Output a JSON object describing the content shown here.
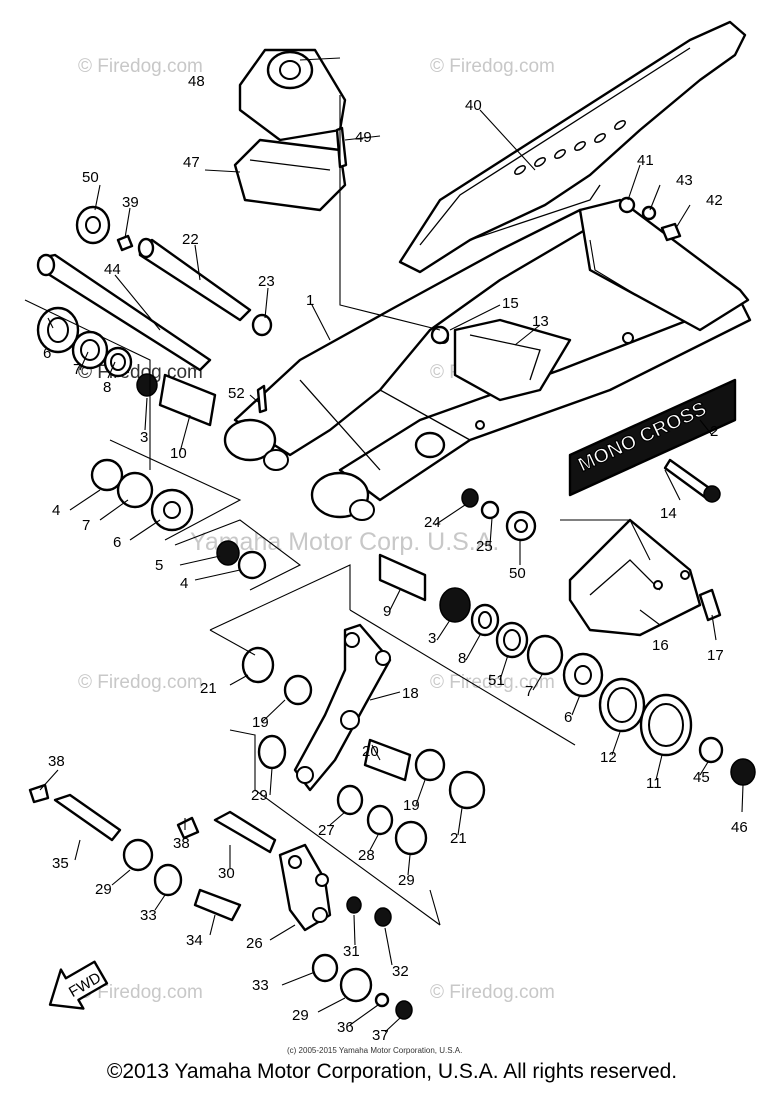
{
  "watermarks": {
    "site": "© Firedog.com",
    "company": "Yamaha Motor Corp. U.S.A."
  },
  "emblem_text": "MONO CROSS",
  "small_copyright": "(c) 2005-2015 Yamaha Motor Corporation, U.S.A.",
  "footer_copyright": "©2013 Yamaha Motor Corporation, U.S.A. All rights reserved.",
  "callouts": {
    "c1": "1",
    "c2": "2",
    "c3a": "3",
    "c3b": "3",
    "c4a": "4",
    "c4b": "4",
    "c5": "5",
    "c6a": "6",
    "c6b": "6",
    "c6c": "6",
    "c7a": "7",
    "c7b": "7",
    "c7c": "7",
    "c8a": "8",
    "c8b": "8",
    "c9": "9",
    "c10": "10",
    "c11": "11",
    "c12": "12",
    "c13": "13",
    "c14": "14",
    "c15": "15",
    "c16": "16",
    "c17": "17",
    "c18": "18",
    "c19a": "19",
    "c19b": "19",
    "c20": "20",
    "c21a": "21",
    "c21b": "21",
    "c22": "22",
    "c23": "23",
    "c24": "24",
    "c25": "25",
    "c26": "26",
    "c27": "27",
    "c28": "28",
    "c29a": "29",
    "c29b": "29",
    "c29c": "29",
    "c29d": "29",
    "c30": "30",
    "c31": "31",
    "c32": "32",
    "c33a": "33",
    "c33b": "33",
    "c34": "34",
    "c35": "35",
    "c36": "36",
    "c37": "37",
    "c38a": "38",
    "c38b": "38",
    "c39": "39",
    "c40": "40",
    "c41": "41",
    "c42": "42",
    "c43": "43",
    "c44": "44",
    "c45": "45",
    "c46": "46",
    "c47": "47",
    "c48": "48",
    "c49": "49",
    "c50a": "50",
    "c50b": "50",
    "c51": "51",
    "c52": "52"
  },
  "fwd_label": "FWD"
}
